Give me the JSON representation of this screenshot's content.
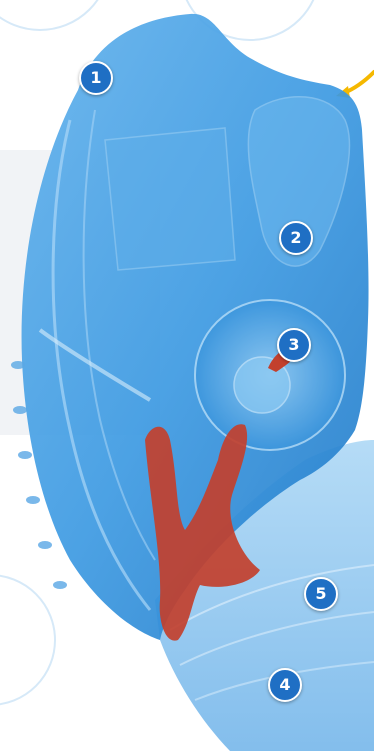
{
  "image": {
    "subject": "cutaway-earpiece-illustration",
    "colors": {
      "body": "#3d9ae2",
      "body_dark": "#1e78c8",
      "body_light": "#8cc6f0",
      "accent_red": "#c2402e",
      "marker_fill": "#1f6fc4",
      "marker_text": "#ffffff",
      "background_ring": "#d6e9f8",
      "background_panel": "#f1f3f6",
      "arrow": "#f5b800"
    }
  },
  "markers": [
    {
      "id": "1",
      "label": "1"
    },
    {
      "id": "2",
      "label": "2"
    },
    {
      "id": "3",
      "label": "3"
    },
    {
      "id": "5",
      "label": "5"
    },
    {
      "id": "4",
      "label": "4"
    }
  ]
}
